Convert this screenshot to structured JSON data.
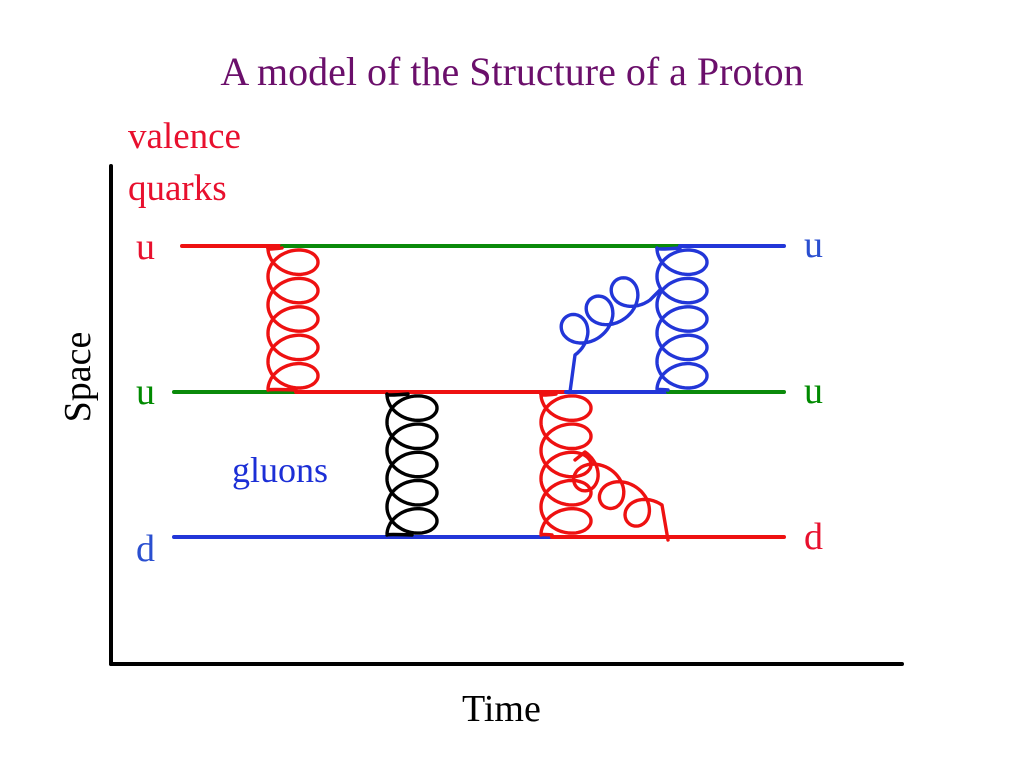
{
  "title": "A model of the Structure of a Proton",
  "annotations": {
    "valence_line1": "valence",
    "valence_line2": "quarks",
    "gluons": "gluons"
  },
  "axes": {
    "x_label": "Time",
    "y_label": "Space"
  },
  "quarks_left": [
    {
      "label": "u",
      "color": "#e8102e"
    },
    {
      "label": "u",
      "color": "#008a00"
    },
    {
      "label": "d",
      "color": "#2a4fd0"
    }
  ],
  "quarks_right": [
    {
      "label": "u",
      "color": "#2a4fd0"
    },
    {
      "label": "u",
      "color": "#008a00"
    },
    {
      "label": "d",
      "color": "#e8102e"
    }
  ],
  "colors": {
    "title": "#6b0f6b",
    "annotation_red": "#e8102e",
    "annotation_blue": "#1c2fd6",
    "red": "#ee1111",
    "green": "#0a8a0a",
    "blue": "#2236d8",
    "black": "#000000",
    "axis": "#000000"
  }
}
